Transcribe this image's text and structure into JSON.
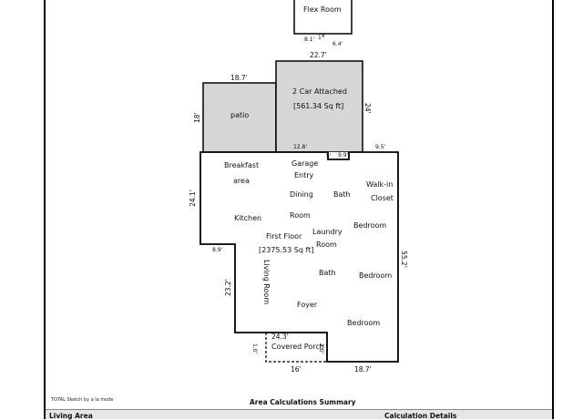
{
  "rooms": {
    "flex": "Flex Room",
    "garage_title": "2 Car Attached",
    "garage_area": "[561.34 Sq ft]",
    "patio": "patio",
    "breakfast_1": "Breakfast",
    "breakfast_2": "area",
    "garage_entry_1": "Garage",
    "garage_entry_2": "Entry",
    "dining_1": "Dining",
    "dining_2": "Room",
    "bath_top": "Bath",
    "walkin_1": "Walk-in",
    "walkin_2": "Closet",
    "kitchen": "Kitchen",
    "laundry_1": "Laundry",
    "laundry_2": "Room",
    "bedroom_1": "Bedroom",
    "first_floor": "First Floor",
    "first_floor_area": "[2375.53 Sq ft]",
    "living_room": "Living Room",
    "bath_mid": "Bath",
    "bedroom_2": "Bedroom",
    "foyer": "Foyer",
    "bedroom_3": "Bedroom",
    "porch": "Covered Porch"
  },
  "dimensions": {
    "flex_left": "8.1'",
    "flex_mid": "1'",
    "flex_right": "6.4'",
    "garage_top": "22.7'",
    "garage_right": "24'",
    "patio_top": "18.7'",
    "patio_left": "18'",
    "garage_bottom_left": "12.8'",
    "garage_small": "5'",
    "garage_bottom_right": "9.9'",
    "right_small": "9.5'",
    "left_upper": "24.1'",
    "left_step": "8.9'",
    "right_long": "55.2'",
    "left_lower": "23.2'",
    "porch_top": "24.3'",
    "porch_left": "1.0'",
    "porch_right": "2.0'",
    "bottom_left": "16'",
    "bottom_right": "18.7'"
  },
  "footer": {
    "note": "TOTAL Sketch by a la mode",
    "summary_title": "Area Calculations Summary",
    "living_area": "Living Area",
    "calc_details": "Calculation Details"
  }
}
